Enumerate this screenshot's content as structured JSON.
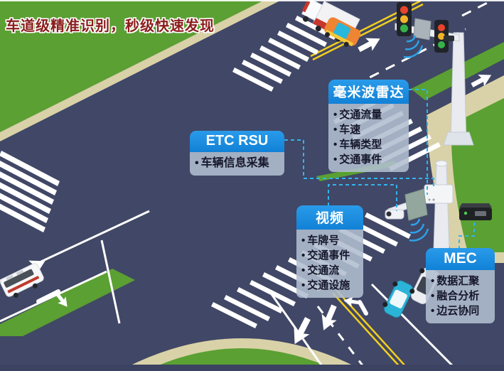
{
  "title": {
    "text": "车道级精准识别，秒级快速发现"
  },
  "callouts": {
    "radar": {
      "label": "毫米波雷达",
      "items": [
        "交通流量",
        "车速",
        "车辆类型",
        "交通事件"
      ]
    },
    "etc_rsu": {
      "label": "ETC RSU",
      "items": [
        "车辆信息采集"
      ]
    },
    "video": {
      "label": "视频",
      "items": [
        "车牌号",
        "交通事件",
        "交通流",
        "交通设施"
      ]
    },
    "mec": {
      "label": "MEC",
      "items": [
        "数据汇聚",
        "融合分析",
        "边云协同"
      ]
    }
  },
  "colors": {
    "header_blue": "#1b8de2",
    "panel_body": "#b2bfcf",
    "connector": "#30b4ef",
    "title_red": "#8b1d1d",
    "road": "#414766",
    "grass": "#5aa032",
    "sidewalk": "#d9d2a8",
    "lane_yellow": "#f2cf1e"
  },
  "scene_icons": [
    "traffic-light",
    "radar-sensor",
    "camera",
    "rsu-device",
    "mec-server",
    "truck",
    "car",
    "bus",
    "crosswalk"
  ]
}
